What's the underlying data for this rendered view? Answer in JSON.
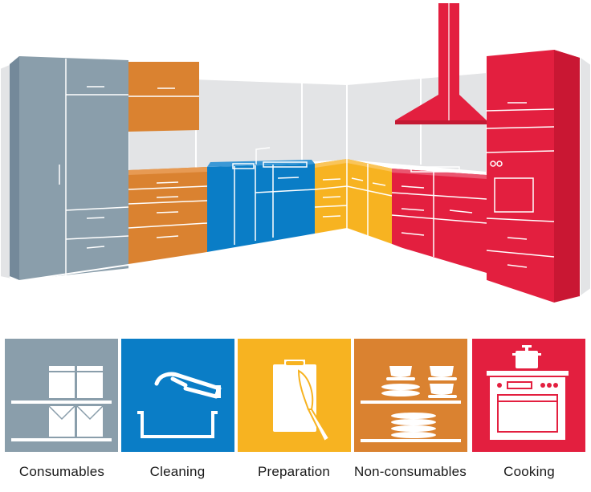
{
  "colors": {
    "consumables": "#8a9eab",
    "cleaning": "#0a7dc6",
    "preparation": "#f7b321",
    "non_consumables": "#da8230",
    "cooking": "#e31f3f",
    "wall": "#e3e4e6"
  },
  "zones": [
    {
      "key": "consumables",
      "label": "Consumables",
      "icon": "pantry-jars-icon"
    },
    {
      "key": "cleaning",
      "label": "Cleaning",
      "icon": "sink-faucet-icon"
    },
    {
      "key": "preparation",
      "label": "Preparation",
      "icon": "cutting-board-knife-icon"
    },
    {
      "key": "non_consumables",
      "label": "Non-consumables",
      "icon": "dishes-cups-icon"
    },
    {
      "key": "cooking",
      "label": "Cooking",
      "icon": "stove-oven-icon"
    }
  ]
}
